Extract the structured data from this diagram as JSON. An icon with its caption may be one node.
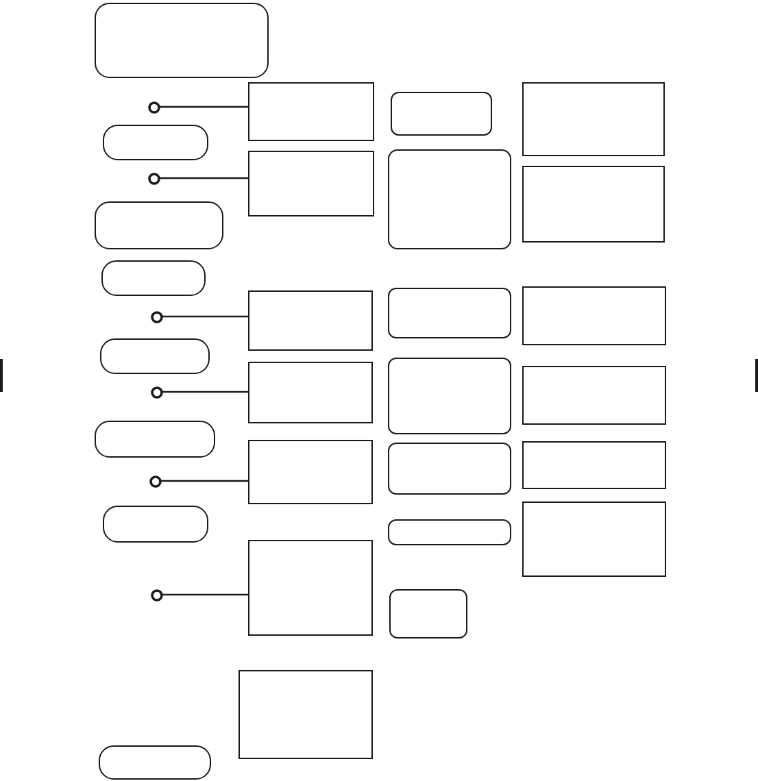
{
  "diagram": {
    "nodes": [
      {
        "text": [],
        "shape": "rounded"
      },
      {
        "text": [],
        "shape": "circle"
      },
      {
        "text": [],
        "shape": "rounded"
      },
      {
        "text": [],
        "shape": "circle"
      },
      {
        "text": [],
        "shape": "rounded"
      },
      {
        "text": [],
        "shape": "rounded"
      },
      {
        "text": [],
        "shape": "circle"
      },
      {
        "text": [],
        "shape": "rounded"
      },
      {
        "text": [],
        "shape": "circle"
      },
      {
        "text": [],
        "shape": "rounded"
      },
      {
        "text": [],
        "shape": "circle"
      },
      {
        "text": [],
        "shape": "rounded"
      },
      {
        "text": [],
        "shape": "circle"
      },
      {
        "text": [],
        "shape": "rounded"
      },
      {
        "text": [],
        "shape": "box"
      },
      {
        "text": [],
        "shape": "box"
      },
      {
        "text": [],
        "shape": "box"
      },
      {
        "text": [],
        "shape": "box"
      },
      {
        "text": [],
        "shape": "box"
      },
      {
        "text": [],
        "shape": "box"
      },
      {
        "text": [],
        "shape": "box"
      },
      {
        "text": [],
        "shape": "rounded"
      },
      {
        "text": [],
        "shape": "rounded"
      },
      {
        "text": [],
        "shape": "rounded"
      },
      {
        "text": [],
        "shape": "rounded"
      },
      {
        "text": [],
        "shape": "rounded"
      },
      {
        "text": [],
        "shape": "rounded"
      },
      {
        "text": [],
        "shape": "rounded"
      },
      {
        "text": [],
        "shape": "box"
      },
      {
        "text": [],
        "shape": "box"
      },
      {
        "text": [],
        "shape": "box"
      },
      {
        "text": [],
        "shape": "box"
      },
      {
        "text": [],
        "shape": "box"
      },
      {
        "text": [],
        "shape": "box"
      }
    ],
    "edges": [
      {
        "from": 1,
        "to": 14,
        "arrow": "none"
      },
      {
        "from": 3,
        "to": 15,
        "arrow": "none"
      },
      {
        "from": 6,
        "to": 16,
        "arrow": "none"
      },
      {
        "from": 8,
        "to": 17,
        "arrow": "none"
      },
      {
        "from": 10,
        "to": 18,
        "arrow": "none"
      },
      {
        "from": 12,
        "to": 19,
        "arrow": "none"
      }
    ]
  }
}
